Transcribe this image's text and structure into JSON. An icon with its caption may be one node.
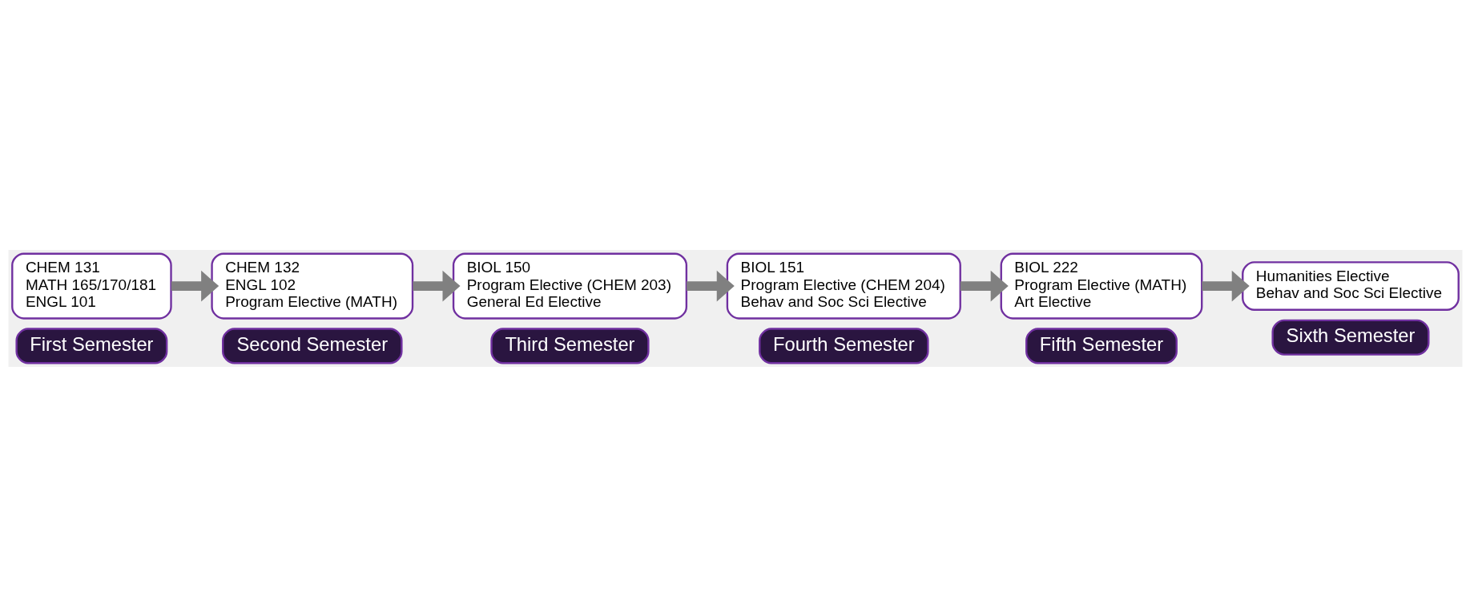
{
  "diagram": {
    "nodes": [
      {
        "text": [
          "CHEM 131",
          "MATH 165/170/181",
          "ENGL 101"
        ]
      },
      {
        "text": [
          "First Semester"
        ]
      },
      {
        "text": [
          "CHEM 132",
          "ENGL 102",
          "Program Elective (MATH)"
        ]
      },
      {
        "text": [
          "Second Semester"
        ]
      },
      {
        "text": [
          "BIOL 150",
          "Program Elective (CHEM 203)",
          "General Ed Elective"
        ]
      },
      {
        "text": [
          "Third Semester"
        ]
      },
      {
        "text": [
          "BIOL 151",
          "Program Elective (CHEM 204)",
          "Behav and Soc Sci Elective"
        ]
      },
      {
        "text": [
          "Fourth Semester"
        ]
      },
      {
        "text": [
          "BIOL 222",
          "Program Elective (MATH)",
          "Art Elective"
        ]
      },
      {
        "text": [
          "Fifth Semester"
        ]
      },
      {
        "text": [
          "Humanities Elective",
          "Behav and Soc Sci Elective"
        ]
      },
      {
        "text": [
          "Sixth Semester"
        ]
      }
    ],
    "edges": [
      {
        "from": 0,
        "to": 2,
        "arrow": "to"
      },
      {
        "from": 2,
        "to": 4,
        "arrow": "to"
      },
      {
        "from": 4,
        "to": 6,
        "arrow": "to"
      },
      {
        "from": 6,
        "to": 8,
        "arrow": "to"
      },
      {
        "from": 8,
        "to": 10,
        "arrow": "to"
      }
    ]
  }
}
